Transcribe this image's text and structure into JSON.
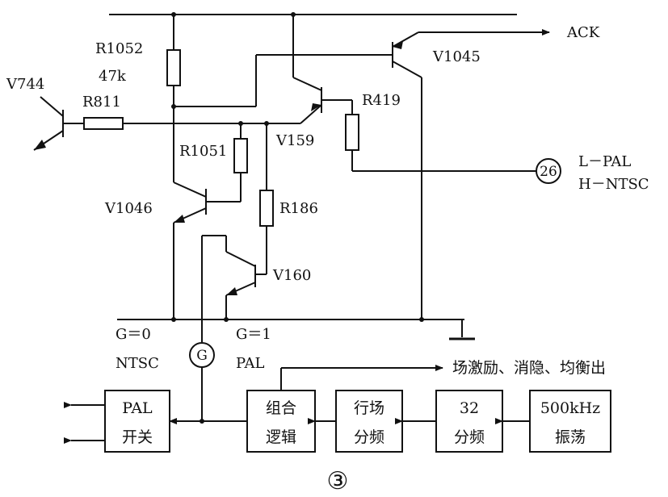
{
  "colors": {
    "ink": "#111111",
    "paper": "#ffffff"
  },
  "components": {
    "r1052": "R1052",
    "r1052_value": "47k",
    "r811": "R811",
    "r1051": "R1051",
    "r186": "R186",
    "r419": "R419",
    "v744": "V744",
    "v1046": "V1046",
    "v159": "V159",
    "v160": "V160",
    "v1045": "V1045"
  },
  "signals": {
    "ack": "ACK",
    "pin_number": "26",
    "pin_note_1": "L－PAL",
    "pin_note_2": "H－NTSC",
    "g0": "G＝0",
    "g0_mode": "NTSC",
    "g1": "G＝1",
    "g1_mode": "PAL",
    "g_node": "G",
    "outputs": "场激励、消隐、均衡出"
  },
  "blocks": {
    "pal_switch": [
      "PAL",
      "开关"
    ],
    "combo_logic": [
      "组合",
      "逻辑"
    ],
    "line_field_divider": [
      "行场",
      "分频"
    ],
    "div32": [
      "32",
      "分频"
    ],
    "oscillator": [
      "500kHz",
      "振荡"
    ]
  },
  "figure_number": "③"
}
